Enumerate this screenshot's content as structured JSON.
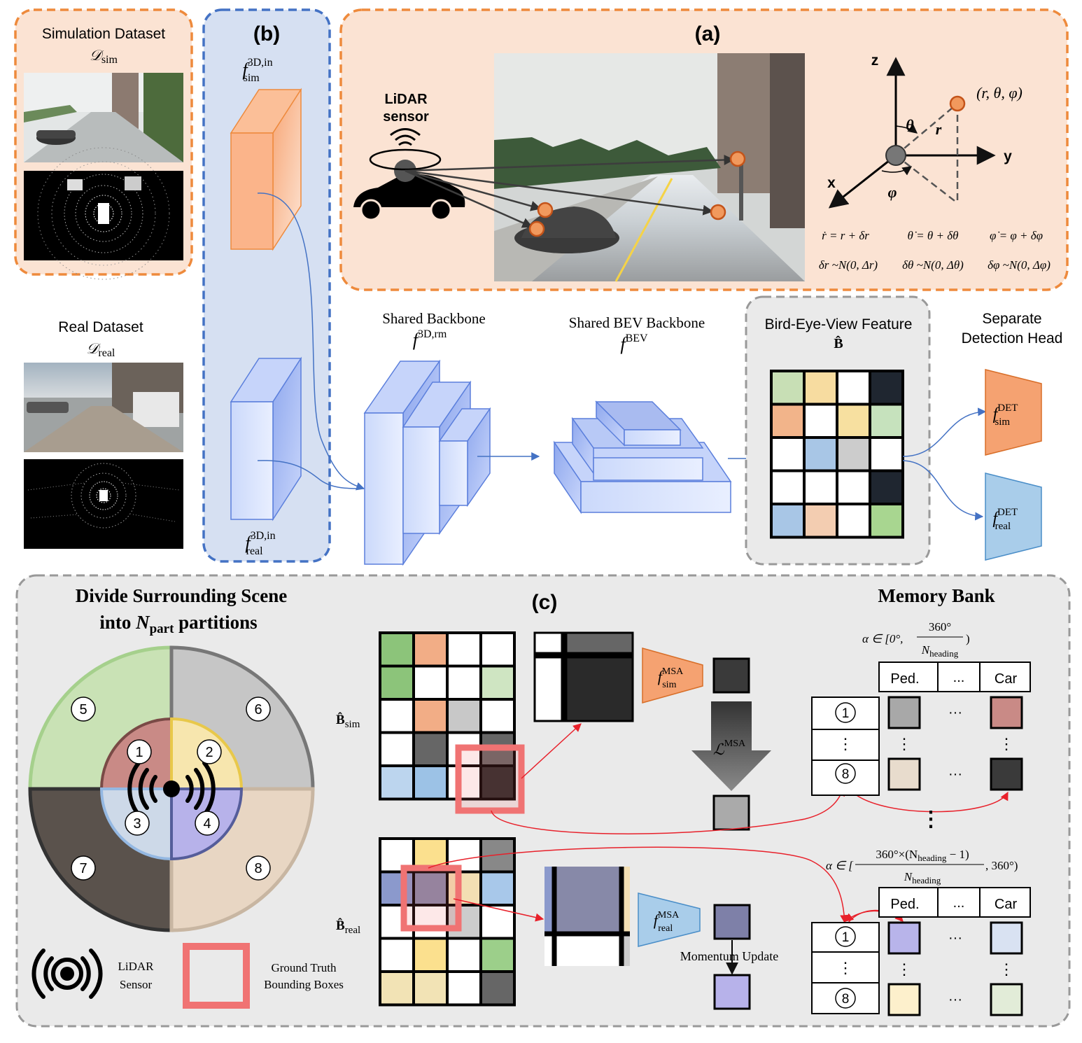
{
  "sim_panel": {
    "title": "Simulation Dataset",
    "symbol": "𝒟",
    "sub": "sim"
  },
  "real_panel": {
    "title": "Real Dataset",
    "symbol": "𝒟",
    "sub": "real"
  },
  "panel_b": {
    "label": "(b)",
    "top_f": "f",
    "top_sup": "3D,in",
    "top_sub": "sim",
    "bottom_f": "f",
    "bottom_sup": "3D,in",
    "bottom_sub": "real"
  },
  "panel_a": {
    "label": "(a)",
    "lidar_line1": "LiDAR",
    "lidar_line2": "sensor",
    "axis_z": "z",
    "axis_y": "y",
    "axis_x": "x",
    "theta": "θ",
    "r": "r",
    "phi": "φ",
    "point": "(r, θ, φ)",
    "eq1": "ṙ = r + δr",
    "eq2": "θ̇ = θ + δθ",
    "eq3": "φ̇ = φ + δφ",
    "eq4": "δr ~N(0, Δr)",
    "eq5": "δθ ~N(0, Δθ)",
    "eq6": "δφ ~N(0, Δφ)"
  },
  "backbone": {
    "title": "Shared Backbone",
    "f": "f",
    "sup": "3D,rm"
  },
  "bev_backbone": {
    "title": "Shared BEV Backbone",
    "f": "f",
    "sup": "BEV"
  },
  "bev_feature": {
    "title": "Bird-Eye-View Feature",
    "symbol": "B̂",
    "grid": [
      [
        "#c8dfb5",
        "#f7dca0",
        "#ffffff",
        "#1f2630"
      ],
      [
        "#f2b48a",
        "#ffffff",
        "#f7e0a0",
        "#c6e2bd"
      ],
      [
        "#ffffff",
        "#a8c6e6",
        "#cccccc",
        "#ffffff"
      ],
      [
        "#ffffff",
        "#ffffff",
        "#ffffff",
        "#1f2630"
      ],
      [
        "#a8c6e6",
        "#f3cdb1",
        "#ffffff",
        "#a8d690"
      ]
    ]
  },
  "det_head": {
    "title_line1": "Separate",
    "title_line2": "Detection Head",
    "sim_f": "f",
    "sim_sup": "DET",
    "sim_sub": "sim",
    "real_f": "f",
    "real_sup": "DET",
    "real_sub": "real",
    "sim_color": "#f5a271",
    "real_color": "#a9cdea"
  },
  "panel_c": {
    "label": "(c)",
    "divide_line1": "Divide Surrounding Scene",
    "divide_line2_a": "into ",
    "divide_line2_n": "N",
    "divide_line2_sub": "part",
    "divide_line2_b": " partitions",
    "partitions": [
      "1",
      "2",
      "3",
      "4",
      "5",
      "6",
      "7",
      "8"
    ],
    "legend_lidar_1": "LiDAR",
    "legend_lidar_2": "Sensor",
    "legend_gt_1": "Ground Truth",
    "legend_gt_2": "Bounding Boxes",
    "b_sim": "B̂",
    "b_sim_sub": "sim",
    "b_real": "B̂",
    "b_real_sub": "real",
    "msa_sim_f": "f",
    "msa_sim_sup": "MSA",
    "msa_sim_sub": "sim",
    "msa_real_f": "f",
    "msa_real_sup": "MSA",
    "msa_real_sub": "real",
    "loss_l": "ℒ",
    "loss_sup": "MSA",
    "momentum": "Momentum Update",
    "grid_sim": [
      [
        "#8cc47a",
        "#f2ad86",
        "#ffffff",
        "#ffffff"
      ],
      [
        "#8cc47a",
        "#ffffff",
        "#ffffff",
        "#cfe5c2"
      ],
      [
        "#ffffff",
        "#f2ad86",
        "#c8c8c8",
        "#ffffff"
      ],
      [
        "#ffffff",
        "#666666",
        "#ffffff",
        "#666666"
      ],
      [
        "#bcd5ee",
        "#9cc2e6",
        "#ffffff",
        "#2a2a2a"
      ]
    ],
    "grid_real": [
      [
        "#ffffff",
        "#fbe08e",
        "#ffffff",
        "#888888"
      ],
      [
        "#8b99cc",
        "#8789a8",
        "#f3dfb3",
        "#a8c8ea"
      ],
      [
        "#ffffff",
        "#ffffff",
        "#cccccc",
        "#ffffff"
      ],
      [
        "#ffffff",
        "#fbe08e",
        "#ffffff",
        "#9ccf8a"
      ],
      [
        "#f2e3b5",
        "#f2e3b5",
        "#ffffff",
        "#666666"
      ]
    ]
  },
  "memory_bank": {
    "title": "Memory Bank",
    "alpha1_a": "α ∈ [0°,",
    "alpha1_num": "360°",
    "alpha1_den": "N",
    "alpha1_den_sub": "heading",
    "alpha1_close": ")",
    "alpha2_a": "α ∈ [",
    "alpha2_num": "360°×(N",
    "alpha2_num_sub": "heading",
    "alpha2_num_end": " − 1)",
    "alpha2_den": "N",
    "alpha2_den_sub": "heading",
    "alpha2_close": ", 360°)",
    "col_ped": "Ped.",
    "col_dots": "...",
    "col_car": "Car",
    "row_1": "1",
    "row_8": "8",
    "vdots": "⋮",
    "hdots": "···",
    "bank1_colors": [
      "#a8a8a8",
      "#c98a86",
      "#e8dccd",
      "#3a3a3a"
    ],
    "bank2_colors": [
      "#b8b4ea",
      "#d9e2f2",
      "#fdf0cc",
      "#e2ecd8"
    ]
  }
}
